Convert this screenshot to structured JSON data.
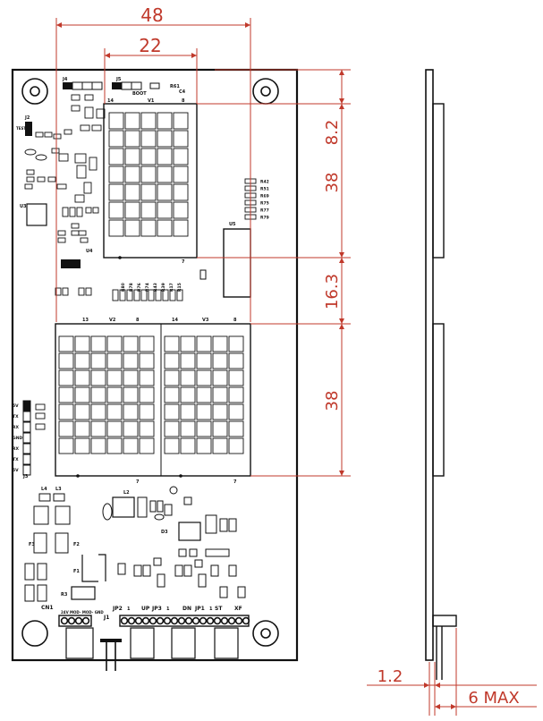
{
  "dimensions": {
    "width_total": "48",
    "width_display": "22",
    "top_offset": "8.2",
    "display1_height": "38",
    "gap": "16.3",
    "display2_height": "38",
    "thickness": "1.2",
    "max_height": "6 MAX"
  },
  "components": {
    "J4": "J4",
    "J5": "J5",
    "BOOT": "BOOT",
    "V1": "V1",
    "V2": "V2",
    "V3": "V3",
    "U5": "U5",
    "U4": "U4",
    "U3": "U3",
    "J2": "J2",
    "J3": "J3",
    "CN1": "CN1",
    "JP1": "JP1",
    "JP2": "JP2",
    "JP3": "JP3",
    "J1": "J1",
    "L2": "L2",
    "L3": "L3",
    "L4": "L4",
    "F1": "F1",
    "F2": "F2",
    "F3": "F3",
    "R3": "R3",
    "D3": "D3",
    "R61": "R61",
    "C4": "C4",
    "TEST": "TEST",
    "V1_pin14": "14",
    "V1_pin8": "8",
    "V1_pin7": "7",
    "V2_pin13": "13",
    "V2_pin8": "8",
    "V2_pin7": "7",
    "V3_pin14": "14",
    "V3_pin8": "8",
    "V3_pin7": "7"
  },
  "resistor_labels_right": [
    "R42",
    "R51",
    "R69",
    "R75",
    "R77",
    "R79"
  ],
  "resistor_labels_mid": [
    "R80",
    "R78",
    "R76",
    "R74",
    "R43",
    "R39",
    "R17",
    "R15"
  ],
  "j3_pins": [
    "5V",
    "TX",
    "RX",
    "GND",
    "RX",
    "TX",
    "5V"
  ],
  "cn1_label": "24V MOD- MOD- GND",
  "jp_labels": {
    "up": "UP",
    "dn": "DN",
    "st": "ST",
    "xf": "XF",
    "one_a": "1",
    "one_b": "1",
    "one_c": "1"
  },
  "colors": {
    "dimension": "#c0392b",
    "board": "#111111"
  }
}
